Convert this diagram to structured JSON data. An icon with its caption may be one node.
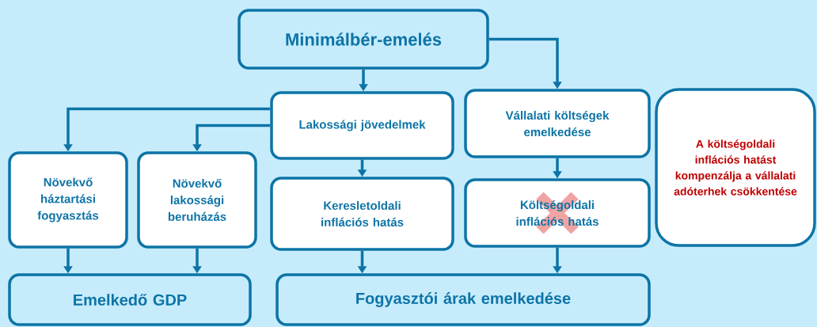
{
  "diagram": {
    "nodes": [
      {
        "text": [
          "Minimálbér-emelés"
        ]
      },
      {
        "text": [
          "Lakossági jövedelmek"
        ]
      },
      {
        "text": [
          "Vállalati költségek emelkedése"
        ]
      },
      {
        "text": [
          "A költségoldali inflációs hatást kompenzálja a vállalati adóterhek csökkentése"
        ]
      },
      {
        "text": [
          "Növekvő háztartási fogyasztás"
        ]
      },
      {
        "text": [
          "Növekvő lakossági beruházás"
        ]
      },
      {
        "text": [
          "Keresletoldali inflációs hatás"
        ]
      },
      {
        "text": [
          "Költségoldali inflációs hatás"
        ]
      },
      {
        "text": [
          "Emelkedő GDP"
        ]
      },
      {
        "text": [
          "Fogyasztói árak emelkedése"
        ]
      }
    ],
    "edges": [
      {
        "from": 0,
        "to": 1,
        "arrow": "to"
      },
      {
        "from": 0,
        "to": 2,
        "arrow": "to"
      },
      {
        "from": 1,
        "to": 4,
        "arrow": "to"
      },
      {
        "from": 1,
        "to": 5,
        "arrow": "to"
      },
      {
        "from": 1,
        "to": 6,
        "arrow": "to"
      },
      {
        "from": 2,
        "to": 7,
        "arrow": "to"
      },
      {
        "from": 4,
        "to": 8,
        "arrow": "to"
      },
      {
        "from": 5,
        "to": 8,
        "arrow": "to"
      },
      {
        "from": 6,
        "to": 9,
        "arrow": "to"
      },
      {
        "from": 7,
        "to": 9,
        "arrow": "to"
      }
    ]
  }
}
